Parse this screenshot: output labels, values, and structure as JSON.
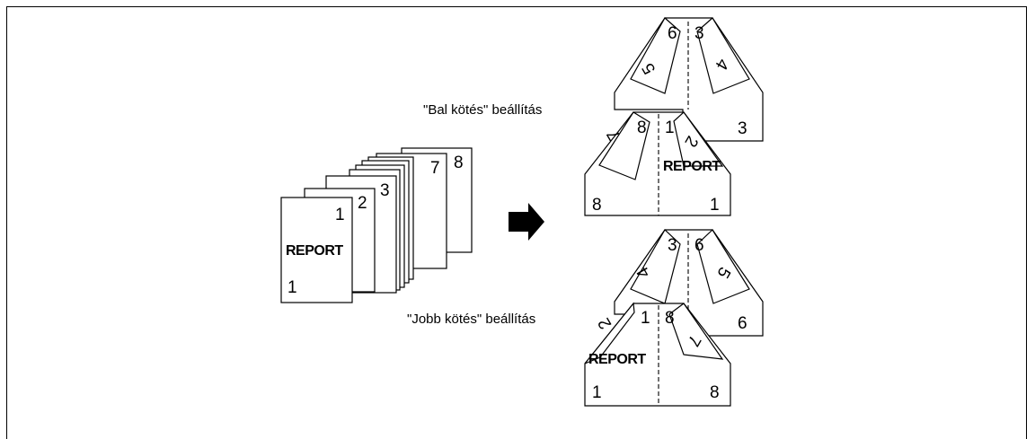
{
  "stack": {
    "report_label": "REPORT",
    "cover_page_number": "1",
    "cover_top_number": "1",
    "page_numbers": [
      "2",
      "3",
      "7",
      "8"
    ]
  },
  "arrow_icon": "right-arrow-icon",
  "left_binding": {
    "caption": "\"Bal kötés\" beállítás",
    "inner": {
      "left_flap": "5",
      "left_top": "6",
      "right_top": "3",
      "right_flap": "4",
      "right_bottom": "3"
    },
    "outer": {
      "left_flap": "7",
      "left_top": "8",
      "right_top": "1",
      "right_flap": "2",
      "report_label": "REPORT",
      "left_bottom": "8",
      "right_bottom": "1"
    }
  },
  "right_binding": {
    "caption": "\"Jobb kötés\" beállítás",
    "inner": {
      "left_flap": "4",
      "left_top": "3",
      "right_top": "6",
      "right_flap": "5",
      "right_bottom": "6"
    },
    "outer": {
      "left_flap": "2",
      "left_top": "1",
      "right_top": "8",
      "right_flap": "7",
      "report_label": "REPORT",
      "left_bottom": "1",
      "right_bottom": "8"
    }
  }
}
